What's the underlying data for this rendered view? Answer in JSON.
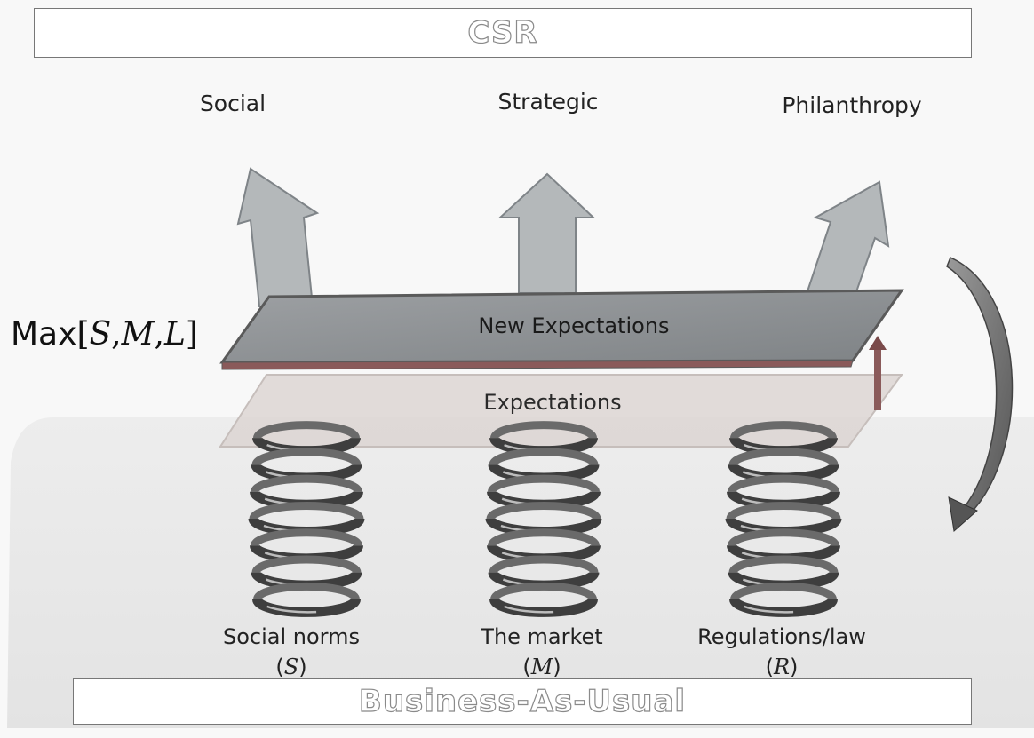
{
  "header": {
    "title": "CSR"
  },
  "footer": {
    "title": "Business-As-Usual"
  },
  "outcomes": [
    {
      "label": "Social"
    },
    {
      "label": "Strategic"
    },
    {
      "label": "Philanthropy"
    }
  ],
  "planes": {
    "new_label": "New Expectations",
    "current_label": "Expectations"
  },
  "max_label": {
    "prefix": "Max",
    "open": "[",
    "s": "S",
    "sep1": ",",
    "m": "M",
    "sep2": ",",
    "l": "L",
    "close": "]"
  },
  "springs": [
    {
      "label": "Social norms",
      "symbol": "S"
    },
    {
      "label": "The market",
      "symbol": "M"
    },
    {
      "label": "Regulations/law",
      "symbol": "R"
    }
  ],
  "colors": {
    "arrow_fill": "#b4b8ba",
    "arrow_stroke": "#7f8488",
    "new_plane": "#8e9194",
    "old_plane": "#d9d2cf",
    "bau_region": "#e8e8e8",
    "spring": "#3e3e3e"
  }
}
